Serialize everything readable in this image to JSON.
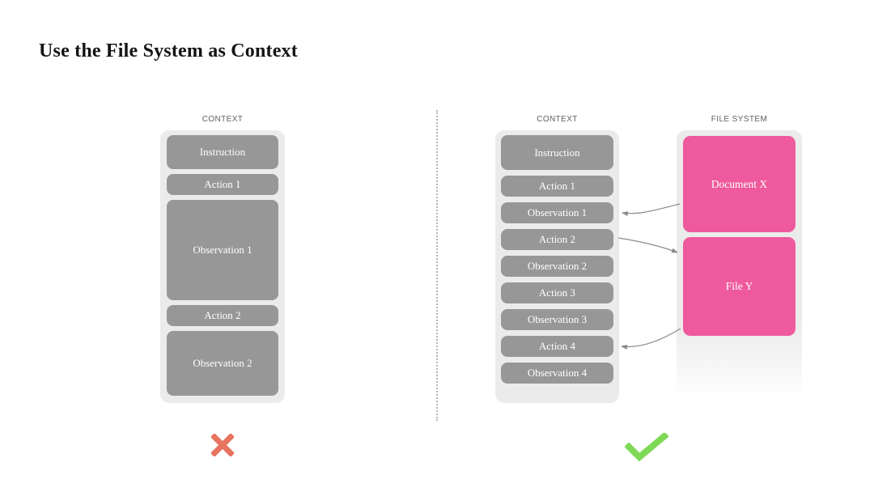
{
  "title": "Use the File System as Context",
  "left": {
    "label": "CONTEXT",
    "boxes": [
      {
        "label": "Instruction"
      },
      {
        "label": "Action 1"
      },
      {
        "label": "Observation 1"
      },
      {
        "label": "Action 2"
      },
      {
        "label": "Observation 2"
      }
    ],
    "verdict": "cross"
  },
  "right": {
    "context": {
      "label": "CONTEXT",
      "boxes": [
        {
          "label": "Instruction"
        },
        {
          "label": "Action 1"
        },
        {
          "label": "Observation 1"
        },
        {
          "label": "Action 2"
        },
        {
          "label": "Observation 2"
        },
        {
          "label": "Action 3"
        },
        {
          "label": "Observation 3"
        },
        {
          "label": "Action 4"
        },
        {
          "label": "Observation 4"
        }
      ]
    },
    "file_system": {
      "label": "FILE SYSTEM",
      "boxes": [
        {
          "label": "Document X"
        },
        {
          "label": "File Y"
        }
      ]
    },
    "verdict": "check"
  },
  "arrows": [
    {
      "from": "Document X",
      "to": "Observation 1"
    },
    {
      "from": "Action 2",
      "to": "File Y"
    },
    {
      "from": "File Y",
      "to": "Action 4"
    }
  ],
  "colors": {
    "pink": "#ee5a9d",
    "box_gray": "#979797",
    "container_gray": "#ebebeb",
    "cross_red": "#e8735f",
    "check_green": "#7ed957",
    "arrow_gray": "#8a8a8a"
  }
}
